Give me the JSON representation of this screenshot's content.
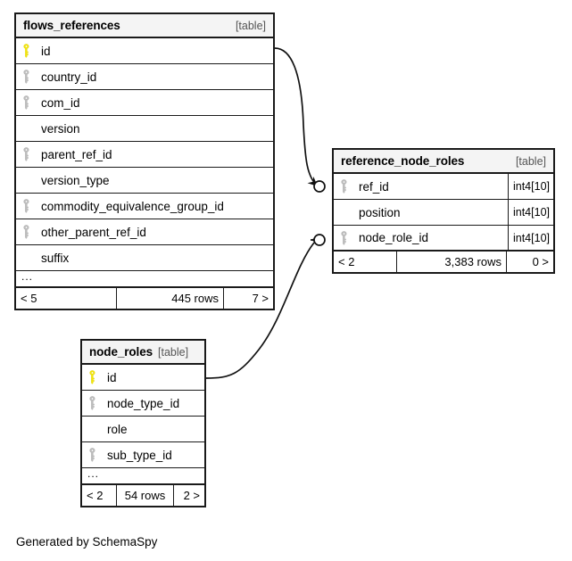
{
  "diagram": {
    "generator_note": "Generated by SchemaSpy",
    "table_tag": "[table]",
    "ellipsis": "...",
    "colors": {
      "primary_key": "#f2e50b",
      "foreign_key": "#b5b5b5",
      "border": "#1a1a1a",
      "header_bg": "#f4f4f4",
      "background": "#ffffff"
    }
  },
  "tables": {
    "flows_references": {
      "name": "flows_references",
      "tag": "[table]",
      "columns": [
        {
          "name": "id",
          "key": "primary",
          "type": ""
        },
        {
          "name": "country_id",
          "key": "foreign",
          "type": ""
        },
        {
          "name": "com_id",
          "key": "foreign",
          "type": ""
        },
        {
          "name": "version",
          "key": "none",
          "type": ""
        },
        {
          "name": "parent_ref_id",
          "key": "foreign",
          "type": ""
        },
        {
          "name": "version_type",
          "key": "none",
          "type": ""
        },
        {
          "name": "commodity_equivalence_group_id",
          "key": "foreign",
          "type": ""
        },
        {
          "name": "other_parent_ref_id",
          "key": "foreign",
          "type": ""
        },
        {
          "name": "suffix",
          "key": "none",
          "type": ""
        }
      ],
      "more_indicator": "...",
      "footer": {
        "prev": "< 5",
        "rows": "445 rows",
        "next": "7 >"
      }
    },
    "reference_node_roles": {
      "name": "reference_node_roles",
      "tag": "[table]",
      "columns": [
        {
          "name": "ref_id",
          "key": "foreign",
          "type": "int4[10]"
        },
        {
          "name": "position",
          "key": "none",
          "type": "int4[10]"
        },
        {
          "name": "node_role_id",
          "key": "foreign",
          "type": "int4[10]"
        }
      ],
      "more_indicator": "",
      "footer": {
        "prev": "< 2",
        "rows": "3,383 rows",
        "next": "0 >"
      }
    },
    "node_roles": {
      "name": "node_roles",
      "tag": "[table]",
      "columns": [
        {
          "name": "id",
          "key": "primary",
          "type": ""
        },
        {
          "name": "node_type_id",
          "key": "foreign",
          "type": ""
        },
        {
          "name": "role",
          "key": "none",
          "type": ""
        },
        {
          "name": "sub_type_id",
          "key": "foreign",
          "type": ""
        }
      ],
      "more_indicator": "...",
      "footer": {
        "prev": "< 2",
        "rows": "54 rows",
        "next": "2 >"
      }
    }
  },
  "relationships": [
    {
      "from": "flows_references.id",
      "to": "reference_node_roles.ref_id",
      "optional": true
    },
    {
      "from": "flows_references.id",
      "to": "reference_node_roles.node_role_id",
      "optional": true
    },
    {
      "from": "node_roles.id",
      "to": "reference_node_roles.node_role_id",
      "optional": true
    }
  ]
}
